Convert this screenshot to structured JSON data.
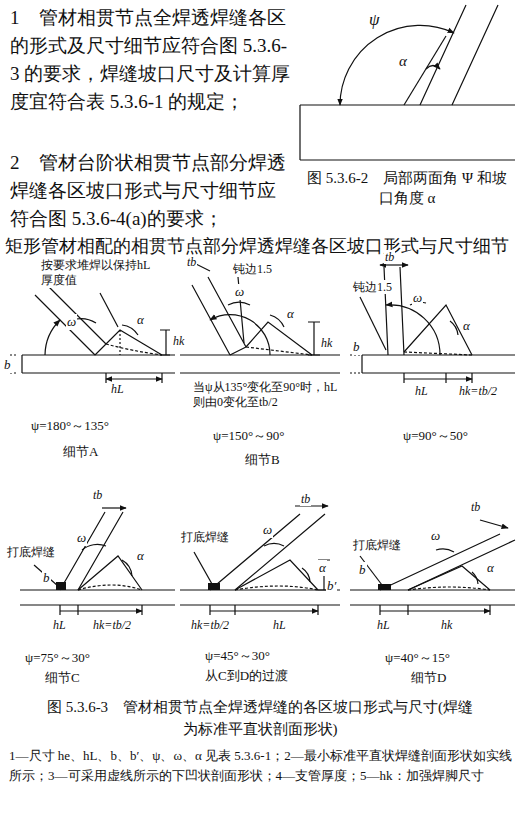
{
  "diagram": {
    "caption": "图 5.3.6-3　管材相贯节点全焊透焊缝的各区坡口形式与尺寸(焊缝为标准平直状剖面形状)",
    "labels": [
      "1　管材相贯节点全焊透焊缝各区的形式及尺寸细节应符合图 5.3.6-3 的要求，焊缝坡口尺寸及计算厚度宜符合表 5.3.6-1 的规定；",
      "2　管材台阶状相贯节点部分焊透焊缝各区坡口形式与尺寸细节应符合图 5.3.6-4(a)的要求；",
      "矩形管材相配的相贯节点部分焊透焊缝各区坡口形式与尺寸细节",
      "ψ",
      "α",
      "图 5.3.6-2　局部两面角 Ψ 和坡口角度 α",
      "按要求堆焊以保持hL厚度值",
      "ω",
      "α",
      "b",
      "hk",
      "hL",
      "ψ=180°～135°",
      "细节A",
      "tb",
      "钝边1.5",
      "ω",
      "α",
      "hk",
      "当ψ从135°变化至90°时，hL则由0变化至tb/2",
      "ψ=150°～90°",
      "细节B",
      "tb",
      "钝边1.5",
      "ω",
      "α",
      "b",
      "hL",
      "hk=tb/2",
      "ψ=90°～50°",
      "tb",
      "ω",
      "α",
      "b",
      "打底焊缝",
      "hL",
      "hk=tb/2",
      "ψ=75°～30°",
      "细节C",
      "tb",
      "ω",
      "α",
      "b′",
      "打底焊缝",
      "hk=tb/2",
      "hL",
      "ψ=45°～30°",
      "从C到D的过渡",
      "tb",
      "ω",
      "α",
      "b",
      "打底焊缝",
      "hL",
      "hk",
      "ψ=40°～15°",
      "细节D",
      "1—尺寸 he、hL、b、b′、ψ、ω、α 见表 5.3.6-1；2—最小标准平直状焊缝剖面形状如实线所示；3—可采用虚线所示的下凹状剖面形状；4—支管厚度；5—hk：加强焊脚尺寸"
    ]
  }
}
